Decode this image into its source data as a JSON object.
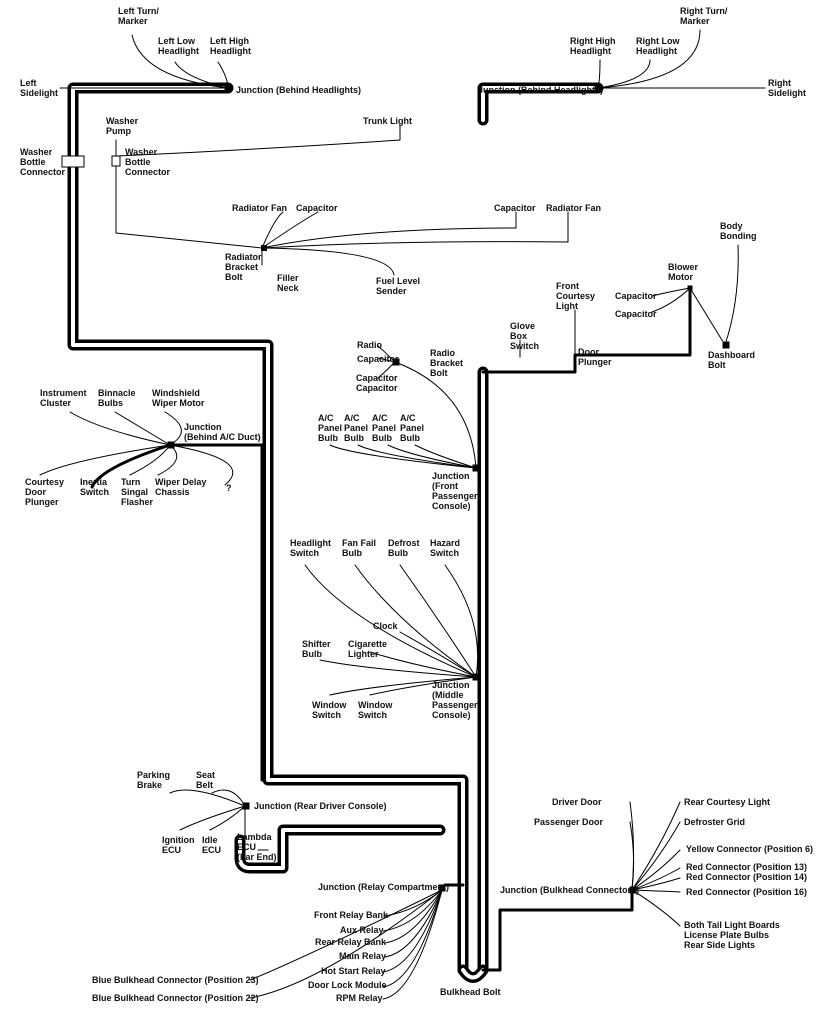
{
  "colors": {
    "wire": "#000000",
    "background": "#ffffff",
    "text": "#111111"
  },
  "labels": {
    "left_turn_marker": [
      "Left Turn/",
      "Marker"
    ],
    "left_low_headlight": [
      "Left Low",
      "Headlight"
    ],
    "left_high_headlight": [
      "Left High",
      "Headlight"
    ],
    "left_sidelight": [
      "Left",
      "Sidelight"
    ],
    "junction_behind_headlights_left": [
      "Junction (Behind Headlights)"
    ],
    "junction_behind_headlights_right": [
      "Junction (Behind Headlights)"
    ],
    "right_high_headlight": [
      "Right High",
      "Headlight"
    ],
    "right_low_headlight": [
      "Right Low",
      "Headlight"
    ],
    "right_turn_marker": [
      "Right Turn/",
      "Marker"
    ],
    "right_sidelight": [
      "Right",
      "Sidelight"
    ],
    "washer_pump": [
      "Washer",
      "Pump"
    ],
    "washer_bottle_connector_left": [
      "Washer",
      "Bottle",
      "Connector"
    ],
    "washer_bottle_connector_right": [
      "Washer",
      "Bottle",
      "Connector"
    ],
    "trunk_light": [
      "Trunk Light"
    ],
    "radiator_fan_left": [
      "Radiator Fan"
    ],
    "capacitor_rad_left": [
      "Capacitor"
    ],
    "capacitor_rad_right": [
      "Capacitor"
    ],
    "radiator_fan_right": [
      "Radiator Fan"
    ],
    "radiator_bracket_bolt": [
      "Radiator",
      "Bracket",
      "Bolt"
    ],
    "filler_neck": [
      "Filler",
      "Neck"
    ],
    "fuel_level_sender": [
      "Fuel Level",
      "Sender"
    ],
    "body_bonding": [
      "Body",
      "Bonding"
    ],
    "blower_motor": [
      "Blower",
      "Motor"
    ],
    "capacitor_blower_1": [
      "Capacitor"
    ],
    "capacitor_blower_2": [
      "Capacitor"
    ],
    "dashboard_bolt": [
      "Dashboard",
      "Bolt"
    ],
    "front_courtesy_light": [
      "Front",
      "Courtesy",
      "Light"
    ],
    "glove_box_switch": [
      "Glove",
      "Box",
      "Switch"
    ],
    "door_plunger": [
      "Door",
      "Plunger"
    ],
    "radio": [
      "Radio"
    ],
    "capacitor_radio_1": [
      "Capacitor"
    ],
    "capacitor_radio_2": [
      "Capacitor",
      "Capacitor"
    ],
    "radio_bracket_bolt": [
      "Radio",
      "Bracket",
      "Bolt"
    ],
    "instrument_cluster": [
      "Instrument",
      "Cluster"
    ],
    "binnacle_bulbs": [
      "Binnacle",
      "Bulbs"
    ],
    "windshield_wiper_motor": [
      "Windshield",
      "Wiper Motor"
    ],
    "junction_behind_ac_duct": [
      "Junction",
      "(Behind A/C Duct)"
    ],
    "courtesy_door_plunger": [
      "Courtesy",
      "Door",
      "Plunger"
    ],
    "inertia_switch": [
      "Inertia",
      "Switch"
    ],
    "turn_signal_flasher": [
      "Turn",
      "Singal",
      "Flasher"
    ],
    "wiper_delay_chassis": [
      "Wiper Delay",
      "Chassis"
    ],
    "question_mark": [
      "?"
    ],
    "ac_panel_bulb_1": [
      "A/C",
      "Panel",
      "Bulb"
    ],
    "ac_panel_bulb_2": [
      "A/C",
      "Panel",
      "Bulb"
    ],
    "ac_panel_bulb_3": [
      "A/C",
      "Panel",
      "Bulb"
    ],
    "ac_panel_bulb_4": [
      "A/C",
      "Panel",
      "Bulb"
    ],
    "junction_front_passenger_console": [
      "Junction",
      "(Front",
      "Passenger",
      "Console)"
    ],
    "headlight_switch": [
      "Headlight",
      "Switch"
    ],
    "fan_fail_bulb": [
      "Fan Fail",
      "Bulb"
    ],
    "defrost_bulb": [
      "Defrost",
      "Bulb"
    ],
    "hazard_switch": [
      "Hazard",
      "Switch"
    ],
    "clock": [
      "Clock"
    ],
    "shifter_bulb": [
      "Shifter",
      "Bulb"
    ],
    "cigarette_lighter": [
      "Cigarette",
      "Lighter"
    ],
    "window_switch_1": [
      "Window",
      "Switch"
    ],
    "window_switch_2": [
      "Window",
      "Switch"
    ],
    "junction_middle_passenger_console": [
      "Junction",
      "(Middle",
      "Passenger",
      "Console)"
    ],
    "parking_brake": [
      "Parking",
      "Brake"
    ],
    "seat_belt": [
      "Seat",
      "Belt"
    ],
    "junction_rear_driver_console": [
      "Junction (Rear Driver Console)"
    ],
    "ignition_ecu": [
      "Ignition",
      "ECU"
    ],
    "idle_ecu": [
      "Idle",
      "ECU"
    ],
    "lambda_ecu": [
      "Lambda",
      "ECU",
      "(Far End)"
    ],
    "junction_relay_compartment": [
      "Junction (Relay Compartment)"
    ],
    "front_relay_bank": [
      "Front Relay Bank"
    ],
    "aux_relay": [
      "Aux Relay"
    ],
    "rear_relay_bank": [
      "Rear Relay Bank"
    ],
    "main_relay": [
      "Main Relay"
    ],
    "hot_start_relay": [
      "Hot Start Relay"
    ],
    "door_lock_module": [
      "Door Lock Module"
    ],
    "rpm_relay": [
      "RPM Relay"
    ],
    "blue_bulkhead_23": [
      "Blue Bulkhead Connector (Position 23)"
    ],
    "blue_bulkhead_22": [
      "Blue Bulkhead Connector (Position 22)"
    ],
    "bulkhead_bolt": [
      "Bulkhead Bolt"
    ],
    "driver_door": [
      "Driver Door"
    ],
    "passenger_door": [
      "Passenger Door"
    ],
    "rear_courtesy_light": [
      "Rear Courtesy Light"
    ],
    "defroster_grid": [
      "Defroster Grid"
    ],
    "yellow_connector_6": [
      "Yellow Connector (Position 6)"
    ],
    "red_connector_13": [
      "Red Connector (Position 13)"
    ],
    "red_connector_14": [
      "Red Connector (Position 14)"
    ],
    "red_connector_16": [
      "Red Connector (Position 16)"
    ],
    "junction_bulkhead_connectors": [
      "Junction (Bulkhead Connectors)"
    ],
    "tail_light_boards": [
      "Both Tail Light Boards",
      "License Plate Bulbs",
      "Rear Side Lights"
    ]
  }
}
